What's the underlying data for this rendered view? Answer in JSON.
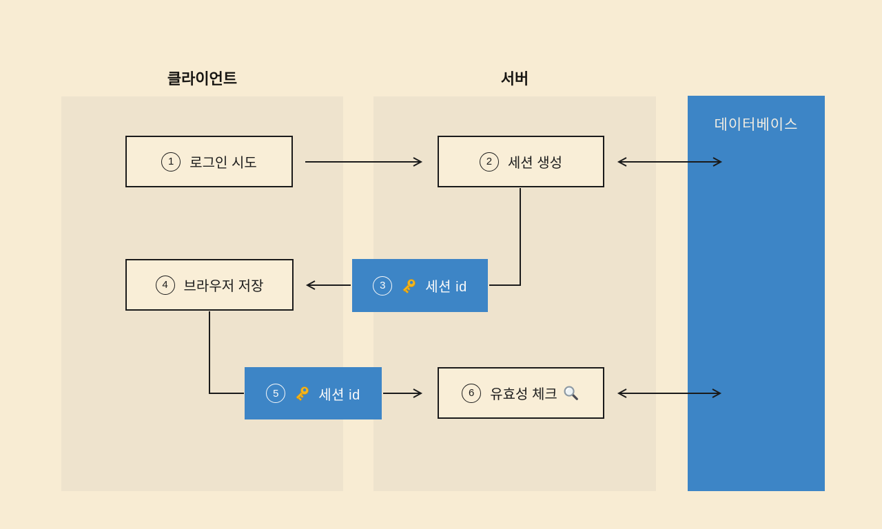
{
  "lanes": {
    "client": {
      "label": "클라이언트"
    },
    "server": {
      "label": "서버"
    },
    "database": {
      "label": "데이터베이스"
    }
  },
  "nodes": {
    "n1": {
      "num": "1",
      "label": "로그인 시도"
    },
    "n2": {
      "num": "2",
      "label": "세션 생성"
    },
    "n3": {
      "num": "3",
      "label": "세션 id",
      "icon": "key-icon"
    },
    "n4": {
      "num": "4",
      "label": "브라우저 저장"
    },
    "n5": {
      "num": "5",
      "label": "세션 id",
      "icon": "key-icon"
    },
    "n6": {
      "num": "6",
      "label": "유효성 체크",
      "icon": "magnifier-icon"
    }
  },
  "colors": {
    "page_bg": "#f8ecd3",
    "lane_bg": "#eee3cd",
    "box_bg": "#f9eed7",
    "accent_blue": "#3d85c6",
    "line_black": "#1a1a1a",
    "text_dark": "#1c1c1c",
    "text_on_accent": "#fafafa",
    "key_gold": "#f3b51d"
  }
}
